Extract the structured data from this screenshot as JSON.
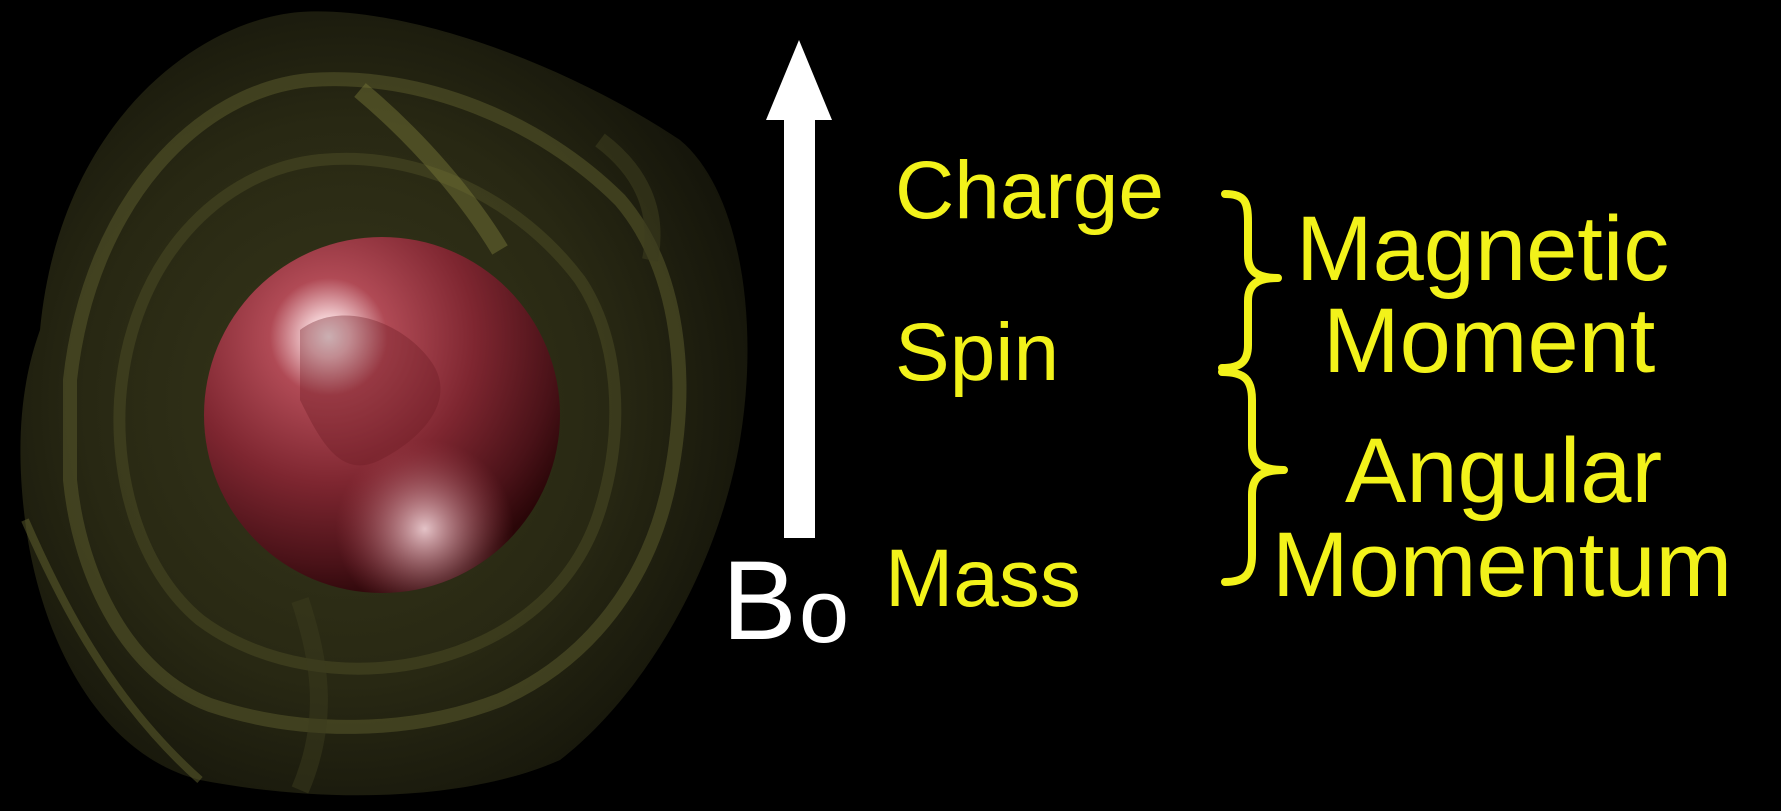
{
  "labels": {
    "charge": "Charge",
    "spin": "Spin",
    "mass": "Mass",
    "magnetic_line1": "Magnetic",
    "magnetic_line2": "Moment",
    "angular_line1": "Angular",
    "angular_line2": "Momentum",
    "field_main": "B",
    "field_sub": "o"
  },
  "colors": {
    "background": "#000000",
    "label_yellow": "#f2f21a",
    "arrow_white": "#ffffff",
    "sphere_red": "#8a2a32",
    "field_shell": "#5a5a2a"
  },
  "icons": {
    "particle": "nucleus-sphere-icon",
    "field_lines": "magnetic-field-shell-icon",
    "field_arrow": "up-arrow-icon"
  }
}
